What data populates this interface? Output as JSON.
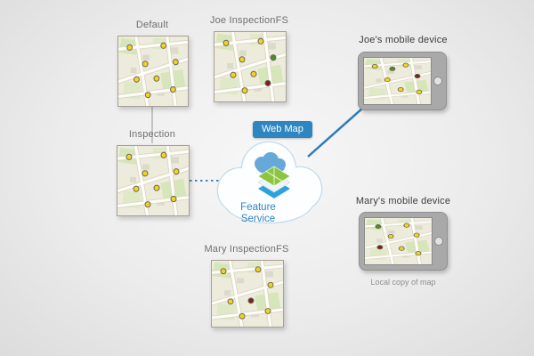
{
  "diagram": {
    "maps": {
      "default": {
        "label": "Default"
      },
      "joe_fs": {
        "label": "Joe InspectionFS"
      },
      "inspection": {
        "label": "Inspection"
      },
      "mary_fs": {
        "label": "Mary InspectionFS"
      }
    },
    "cloud": {
      "badge": "Web Map",
      "service": "Feature Service"
    },
    "devices": {
      "joe": {
        "label": "Joe's mobile device"
      },
      "mary": {
        "label": "Mary's mobile device",
        "caption": "Local copy of map"
      }
    },
    "colors": {
      "accent_blue": "#2e86c1",
      "connector_blue": "#2e7bb8",
      "connector_gray": "#b4b4b4",
      "dot_yellow": "#f4d21f",
      "dot_green": "#4c8c2b",
      "dot_red": "#7c1f1f",
      "map_background": "#edebdc",
      "device_gray": "#a9a9a9"
    }
  }
}
